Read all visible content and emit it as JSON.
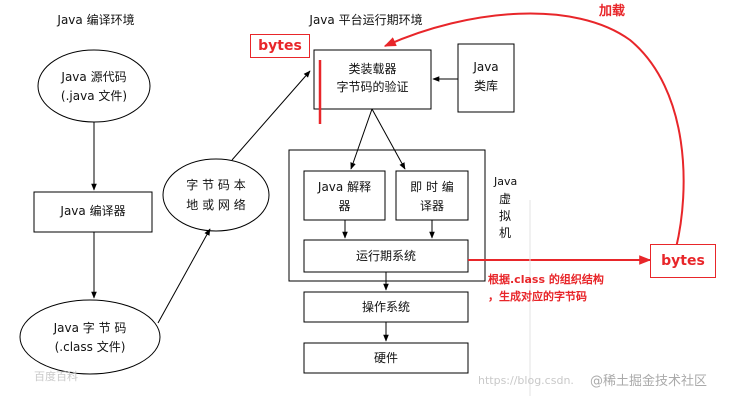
{
  "compile_env": {
    "title": "Java 编译环境",
    "source_file": [
      "Java  源代码",
      "(.java 文件)"
    ],
    "compiler": "Java 编译器",
    "bytecode_file": [
      "Java    字 节 码",
      "(.class 文件)"
    ]
  },
  "runtime_env": {
    "title": "Java 平台运行期环境",
    "class_loader": [
      "类装载器",
      "字节码的验证"
    ],
    "class_library": [
      "Java",
      "类库"
    ],
    "interpreter": [
      "Java 解释",
      "器"
    ],
    "jit_compiler": [
      "即 时 编",
      "译器"
    ],
    "runtime_system": "运行期系统",
    "jvm_label": [
      "Java",
      "虚",
      "拟",
      "机"
    ],
    "os": "操作系统",
    "hardware": "硬件"
  },
  "network": [
    "字 节 码 本",
    "地 或 网 络"
  ],
  "annotations": {
    "load_label": "加载",
    "bytes_top": "bytes",
    "bytes_right": "bytes",
    "note": [
      "根据.class 的组织结构",
      "，生成对应的字节码"
    ]
  },
  "watermarks": {
    "left": "百度百科",
    "url": "https://blog.csdn.",
    "brand": "@稀土掘金技术社区"
  },
  "colors": {
    "accent": "#e8262a",
    "line": "#000000"
  }
}
